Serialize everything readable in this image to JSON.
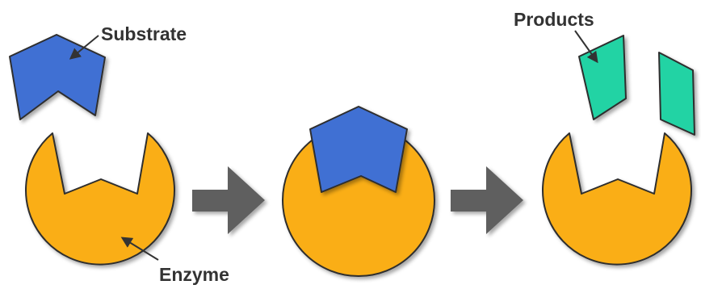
{
  "labels": {
    "substrate": "Substrate",
    "enzyme": "Enzyme",
    "products": "Products"
  },
  "colors": {
    "enzyme": "#FAAE14",
    "substrate": "#3F6FD3",
    "product": "#21D3A4",
    "arrow": "#5F5F5F",
    "outline": "#2E2E2E",
    "text": "#333333"
  }
}
